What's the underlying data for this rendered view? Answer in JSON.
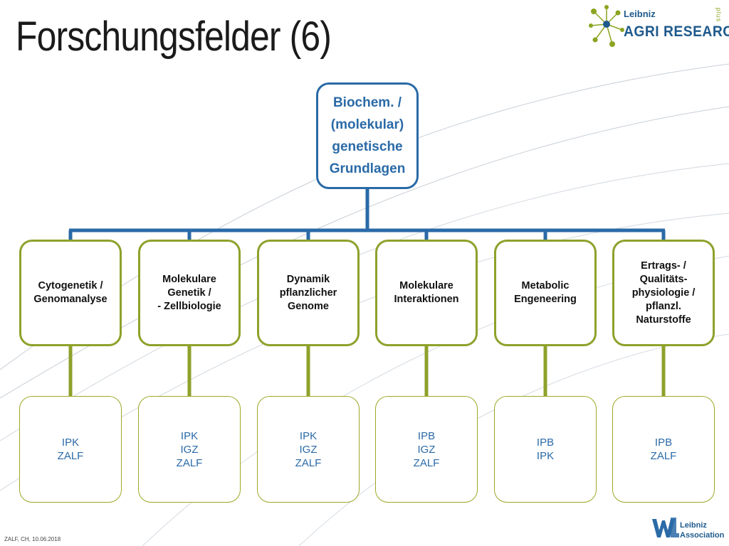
{
  "slide": {
    "title": "Forschungsfelder (6)",
    "footer": "ZALF, CH, 10.06.2018"
  },
  "logo_top": {
    "leibniz": "Leibniz",
    "agri": "AGRI RESEARCH",
    "plus": "plus"
  },
  "logo_bottom": {
    "line1": "Leibniz",
    "line2": "Association"
  },
  "colors": {
    "root_blue": "#2a6aa7",
    "category_green": "#8ea12b",
    "institute_text": "#2a6aa7"
  },
  "root": {
    "label": "Biochem. /\n(molekular)\ngenetische\nGrundlagen"
  },
  "categories": [
    {
      "label": "Cytogenetik /\nGenomanalyse",
      "institutes": "IPK\nZALF"
    },
    {
      "label": "Molekulare\nGenetik /\n- Zellbiologie",
      "institutes": "IPK\nIGZ\nZALF"
    },
    {
      "label": "Dynamik\npflanzlicher\nGenome",
      "institutes": "IPK\nIGZ\nZALF"
    },
    {
      "label": "Molekulare\nInteraktionen",
      "institutes": "IPB\nIGZ\nZALF"
    },
    {
      "label": "Metabolic\nEngeneering",
      "institutes": "IPB\nIPK"
    },
    {
      "label": "Ertrags- /\nQualitäts-\nphysiologie /\npflanzl.\nNaturstoffe",
      "institutes": "IPB\nZALF"
    }
  ]
}
